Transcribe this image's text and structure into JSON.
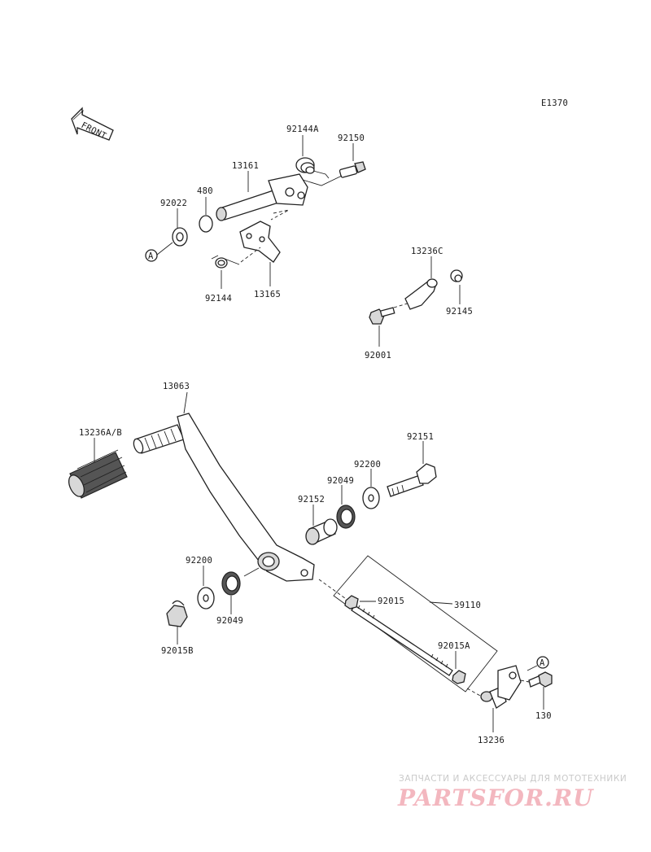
{
  "diagram": {
    "code": "E1370",
    "front_label": "FRONT",
    "ref_a": "A",
    "labels": [
      {
        "id": "lbl-92144A",
        "text": "92144A"
      },
      {
        "id": "lbl-92150",
        "text": "92150"
      },
      {
        "id": "lbl-13161",
        "text": "13161"
      },
      {
        "id": "lbl-480",
        "text": "480"
      },
      {
        "id": "lbl-92022",
        "text": "92022"
      },
      {
        "id": "lbl-92144",
        "text": "92144"
      },
      {
        "id": "lbl-13165",
        "text": "13165"
      },
      {
        "id": "lbl-13236C",
        "text": "13236C"
      },
      {
        "id": "lbl-92145",
        "text": "92145"
      },
      {
        "id": "lbl-92001",
        "text": "92001"
      },
      {
        "id": "lbl-13236AB",
        "text": "13236A/B"
      },
      {
        "id": "lbl-13063",
        "text": "13063"
      },
      {
        "id": "lbl-92151",
        "text": "92151"
      },
      {
        "id": "lbl-92200-upper",
        "text": "92200"
      },
      {
        "id": "lbl-92049-upper",
        "text": "92049"
      },
      {
        "id": "lbl-92152",
        "text": "92152"
      },
      {
        "id": "lbl-92200-lower",
        "text": "92200"
      },
      {
        "id": "lbl-92049-lower",
        "text": "92049"
      },
      {
        "id": "lbl-92015B",
        "text": "92015B"
      },
      {
        "id": "lbl-92015",
        "text": "92015"
      },
      {
        "id": "lbl-39110",
        "text": "39110"
      },
      {
        "id": "lbl-92015A",
        "text": "92015A"
      },
      {
        "id": "lbl-130",
        "text": "130"
      },
      {
        "id": "lbl-13236",
        "text": "13236"
      }
    ]
  },
  "watermark": {
    "tagline": "ЗАПЧАСТИ И АКСЕССУАРЫ ДЛЯ МОТОТЕХНИКИ",
    "brand": "PARTSFOR.RU",
    "brand_color": "#f3b7bf"
  }
}
